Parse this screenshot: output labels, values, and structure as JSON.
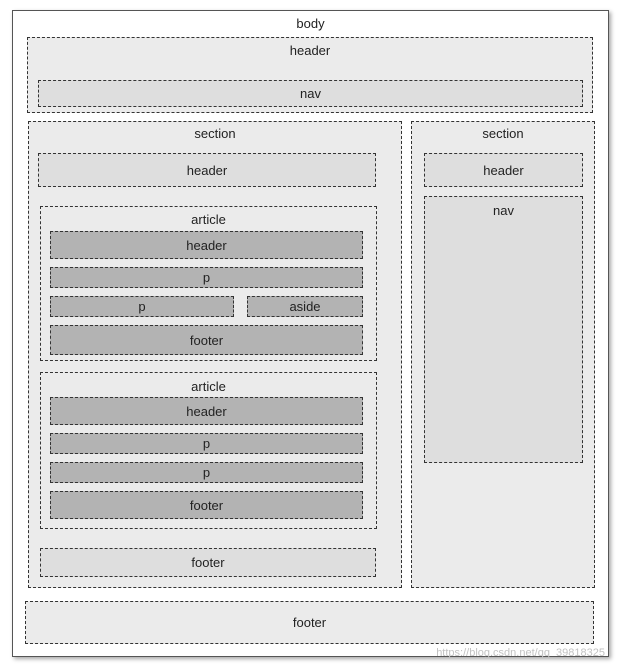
{
  "labels": {
    "body": "body",
    "header": "header",
    "nav": "nav",
    "section": "section",
    "article": "article",
    "p": "p",
    "aside": "aside",
    "footer": "footer"
  },
  "watermark": "https://blog.csdn.net/qq_39818325"
}
